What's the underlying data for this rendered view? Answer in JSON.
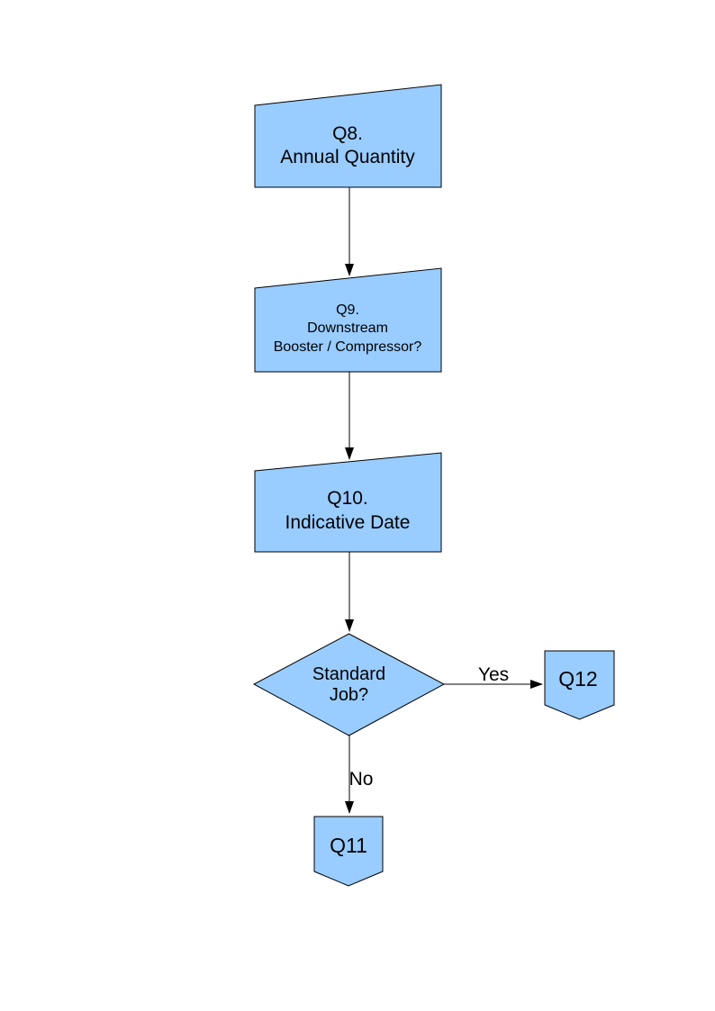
{
  "diagram": {
    "fill_color": "#99CCFF",
    "stroke_color": "#000000",
    "text_color": "#000000",
    "nodes": {
      "q8": {
        "type": "manual-input",
        "line1": "Q8.",
        "line2": "Annual Quantity"
      },
      "q9": {
        "type": "manual-input",
        "line1": "Q9.",
        "line2": "Downstream",
        "line3": "Booster / Compressor?"
      },
      "q10": {
        "type": "manual-input",
        "line1": "Q10.",
        "line2": "Indicative Date"
      },
      "decision": {
        "type": "decision",
        "line1": "Standard",
        "line2": "Job?"
      },
      "q12": {
        "type": "off-page-connector",
        "label": "Q12"
      },
      "q11": {
        "type": "off-page-connector",
        "label": "Q11"
      }
    },
    "edges": {
      "yes_label": "Yes",
      "no_label": "No"
    }
  }
}
